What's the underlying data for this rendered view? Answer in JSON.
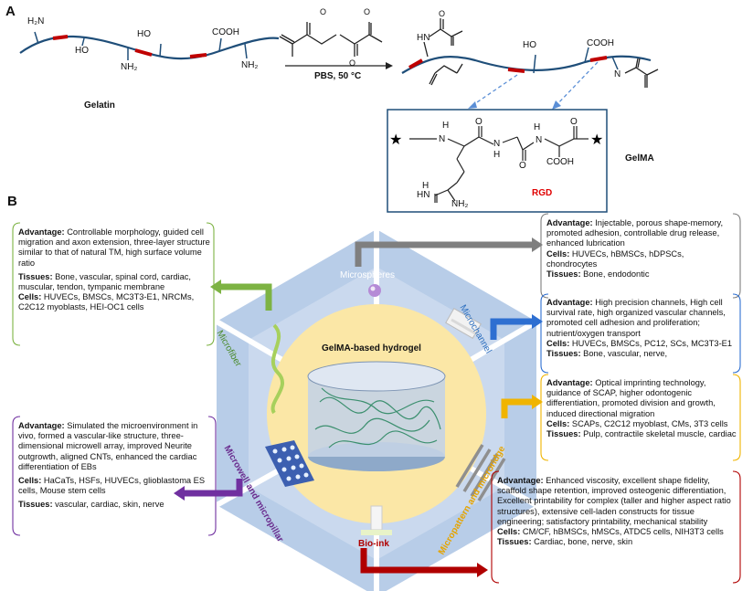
{
  "panel_a": {
    "letter": "A",
    "gelatin_label": "Gelatin",
    "reaction_condition": "PBS, 50 °C",
    "gelma_label": "GelMA",
    "rgd_label": "RGD",
    "groups": {
      "h2n": "H₂N",
      "ho1": "HO",
      "nh2_1": "NH₂",
      "ho2": "HO",
      "cooh1": "COOH",
      "nh2_2": "NH₂",
      "ho3": "HO",
      "cooh2": "COOH",
      "hn": "HN",
      "h_left": "H",
      "n_left": "N",
      "h_mid": "H",
      "n_mid": "N",
      "n_mid2": "N",
      "h_mid2": "H",
      "cooh3": "COOH",
      "o1": "O",
      "o2": "O",
      "o3": "O",
      "hn2": "HN",
      "nh2_3": "NH₂",
      "h_bottom": "H",
      "nh_guan": "N",
      "o_gel": "O",
      "o_anh1": "O",
      "o_anh2": "O",
      "o_anh3": "O"
    },
    "colors": {
      "chain": "#1f4e79",
      "rgd_segment": "#c00000",
      "rgd_text": "#e00000"
    }
  },
  "panel_b": {
    "letter": "B",
    "center_label": "GelMA-based hydrogel",
    "segments": {
      "microspheres": "Microspheres",
      "microfiber": "Microfiber",
      "microchannel": "Microchannel",
      "microwell": "Microwell and micropillar",
      "micropattern": "Micropattern and microridge",
      "bioink": "Bio-ink"
    },
    "colors": {
      "hex": "#b8cde8",
      "center": "#fbe7a6",
      "microspheres_text": "#ffffff",
      "microfiber_text": "#4a8a2a",
      "microchannel_text": "#2d6fbf",
      "microwell_text": "#6a2c8e",
      "micropattern_text": "#e5a400",
      "bioink_text": "#b00000"
    },
    "boxes": {
      "microfiber": {
        "adv_label": "Advantage:",
        "adv_text": " Controllable morphology, guided cell migration and axon extension, three-layer structure similar to that of natural TM, high surface volume ratio",
        "tissues_label": "Tissues:",
        "tissues_text": " Bone, vascular, spinal cord, cardiac, muscular, tendon, tympanic membrane",
        "cells_label": "Cells:",
        "cells_text": " HUVECs, BMSCs, MC3T3-E1, NRCMs, C2C12 myoblasts, HEI-OC1 cells"
      },
      "microspheres": {
        "adv_label": "Advantage:",
        "adv_text": " Injectable, porous shape-memory, promoted adhesion, controllable drug release, enhanced lubrication",
        "cells_label": "Cells:",
        "cells_text": " HUVECs, hBMSCs, hDPSCs, chondrocytes",
        "tissues_label": "Tissues:",
        "tissues_text": " Bone, endodontic"
      },
      "microchannel": {
        "adv_label": "Advantage:",
        "adv_text": " High precision channels, High cell survival rate, high organized vascular channels, promoted cell adhesion and proliferation; nutrient/oxygen transport",
        "cells_label": "Cells:",
        "cells_text": " HUVECs, BMSCs, PC12, SCs, MC3T3-E1",
        "tissues_label": "Tissues:",
        "tissues_text": " Bone, vascular, nerve,"
      },
      "micropattern": {
        "adv_label": "Advantage:",
        "adv_text": " Optical imprinting technology, guidance of SCAP, higher odontogenic differentiation, promoted division and growth, induced directional migration",
        "cells_label": "Cells:",
        "cells_text": " SCAPs, C2C12 myoblast, CMs, 3T3 cells",
        "tissues_label": "Tissues:",
        "tissues_text": " Pulp, contractile skeletal muscle, cardiac"
      },
      "microwell": {
        "adv_label": "Advantage:",
        "adv_text": " Simulated the microenvironment in vivo, formed a vascular-like structure, three-dimensional microwell array, improved Neurite outgrowth, aligned CNTs, enhanced the cardiac differentiation of EBs",
        "cells_label": "Cells:",
        "cells_text": " HaCaTs, HSFs, HUVECs, glioblastoma ES cells, Mouse stem cells",
        "tissues_label": "Tissues:",
        "tissues_text": " vascular, cardiac, skin, nerve"
      },
      "bioink": {
        "adv_label": "Advantage:",
        "adv_text": " Enhanced viscosity, excellent shape fidelity, scaffold shape retention, improved osteogenic differentiation, Excellent printability for complex (taller and higher aspect ratio structures), extensive cell-laden constructs for tissue engineering; satisfactory printability, mechanical stability",
        "cells_label": "Cells:",
        "cells_text": " CM/CF, hBMSCs, hMSCs, ATDC5 cells, NIH3T3 cells",
        "tissues_label": "Tissues:",
        "tissues_text": " Cardiac, bone, nerve, skin"
      }
    }
  }
}
